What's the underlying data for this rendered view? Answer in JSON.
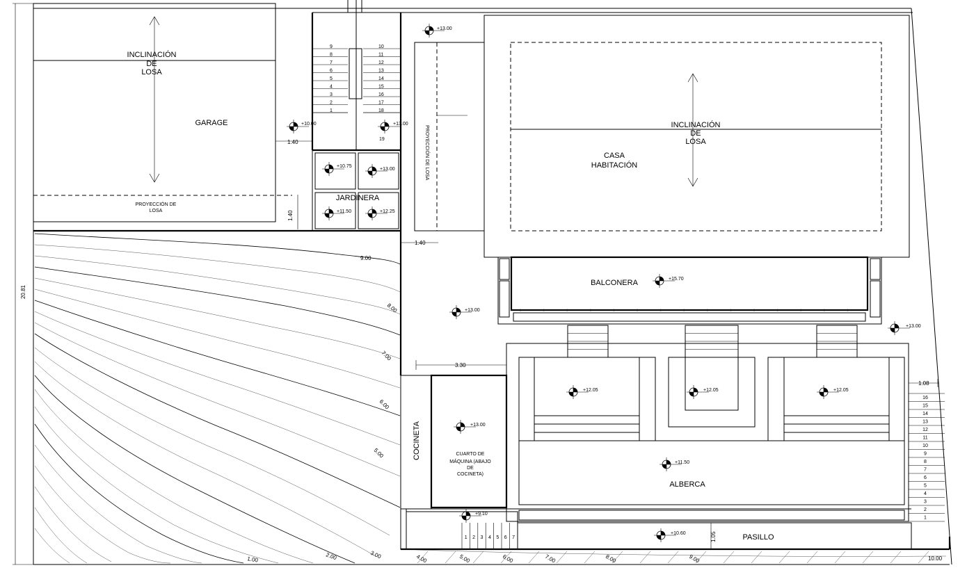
{
  "labels": {
    "garage_slope_1": "INCLINACIÓN",
    "garage_slope_2": "DE",
    "garage_slope_3": "LOSA",
    "garage": "GARAGE",
    "garage_projection_1": "PROYECCIÓN DE",
    "garage_projection_2": "LOSA",
    "jardinera": "JARDINERA",
    "house_projection": "PROYECCIÓN DE LOSA",
    "house_slope_1": "INCLINACIÓN",
    "house_slope_2": "DE",
    "house_slope_3": "LOSA",
    "house_1": "CASA",
    "house_2": "HABITACIÓN",
    "balcony": "BALCONERA",
    "kitchenette": "COCINETA",
    "machine_1": "CUARTO DE",
    "machine_2": "MÁQUINA (ABAJO",
    "machine_3": "DE",
    "machine_4": "COCINETA)",
    "pool": "ALBERCA",
    "hallway": "PASILLO"
  },
  "levels": {
    "l1": "+10.00",
    "l2": "+13.00",
    "l3": "+13.00",
    "l4": "+10.75",
    "l5": "+13.00",
    "l6": "+11.50",
    "l7": "+12.25",
    "l8": "+15.70",
    "l9": "+13.00",
    "l10": "+13.00",
    "l11": "+12.05",
    "l12": "+12.05",
    "l13": "+12.05",
    "l14": "+13.00",
    "l15": "+11.50",
    "l16": "+9.10",
    "l17": "+10.60"
  },
  "dimensions": {
    "d1": "1.40",
    "d2": "1.40",
    "d3": "1.40",
    "d4": "3.30",
    "d5": "1.08",
    "d6": "1.05",
    "d7": "20.81"
  },
  "contours": {
    "c9": "9.00",
    "c8": "8.00",
    "c7": "7.00",
    "c6": "6.00",
    "c5": "5.00",
    "c3": "3.00",
    "c2": "2.00",
    "c1": "1.00",
    "b4": "4.00",
    "b5": "5.00",
    "b6": "6.00",
    "b7": "7.00",
    "b8": "8.00",
    "b9": "9.00",
    "b10": "10.00"
  },
  "stairs": {
    "main_left": [
      "9",
      "8",
      "7",
      "6",
      "5",
      "4",
      "3",
      "2",
      "1"
    ],
    "main_right": [
      "10",
      "11",
      "12",
      "13",
      "14",
      "15",
      "16",
      "17",
      "18"
    ],
    "main_top": "19",
    "right_side": [
      "16",
      "15",
      "14",
      "13",
      "12",
      "11",
      "10",
      "9",
      "8",
      "7",
      "6",
      "5",
      "4",
      "3",
      "2",
      "1"
    ],
    "bottom": [
      "1",
      "2",
      "3",
      "4",
      "5",
      "6",
      "7"
    ]
  }
}
